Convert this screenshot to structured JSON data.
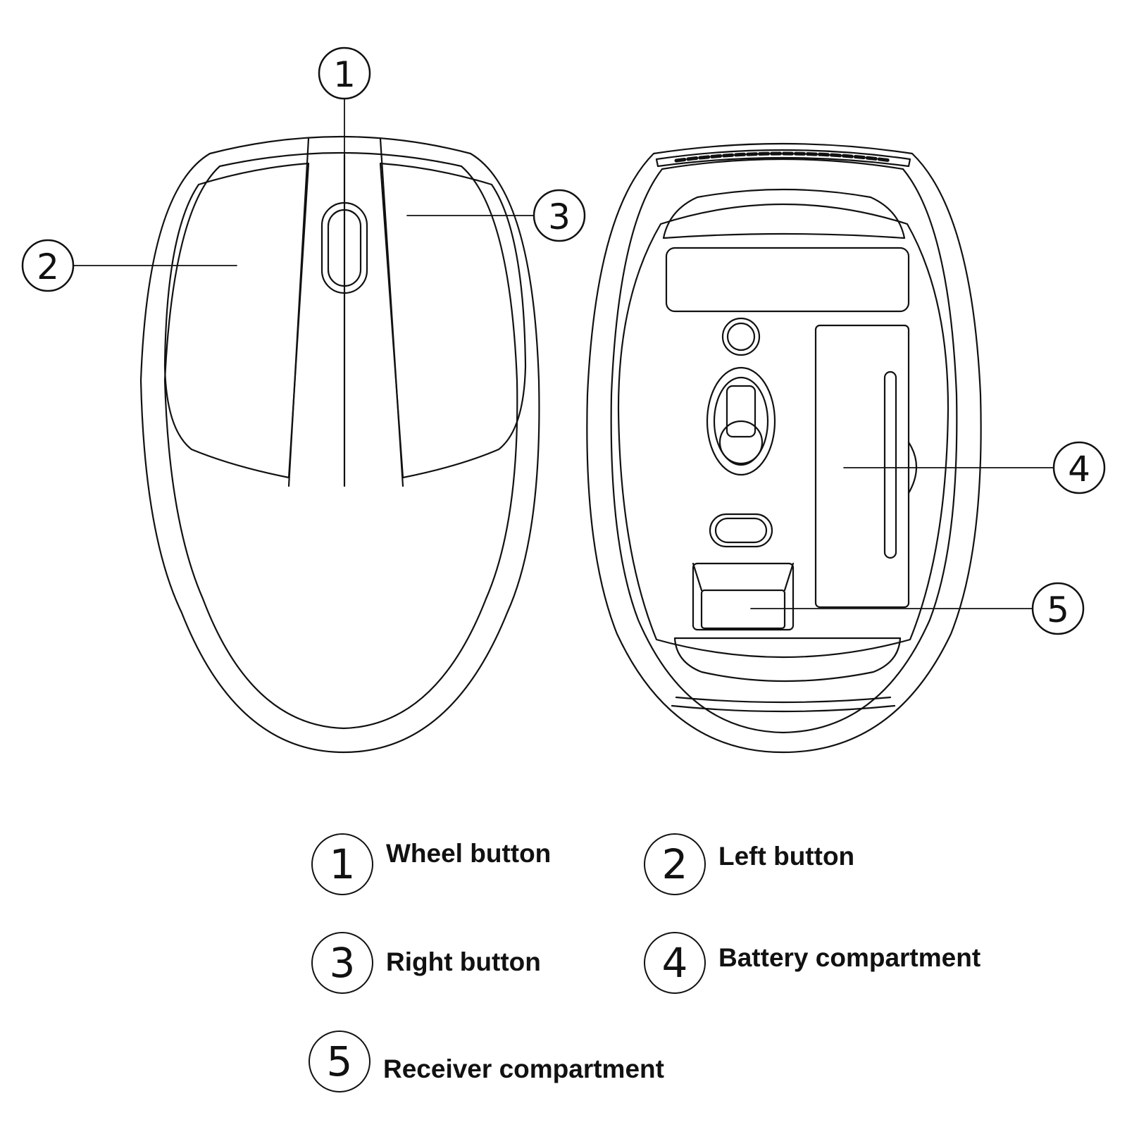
{
  "callouts": [
    {
      "id": 1,
      "number": "1"
    },
    {
      "id": 2,
      "number": "2"
    },
    {
      "id": 3,
      "number": "3"
    },
    {
      "id": 4,
      "number": "4"
    },
    {
      "id": 5,
      "number": "5"
    }
  ],
  "legend": [
    {
      "number": "1",
      "label": "Wheel button"
    },
    {
      "number": "2",
      "label": "Left button"
    },
    {
      "number": "3",
      "label": "Right button"
    },
    {
      "number": "4",
      "label": "Battery compartment"
    },
    {
      "number": "5",
      "label": "Receiver compartment"
    }
  ]
}
